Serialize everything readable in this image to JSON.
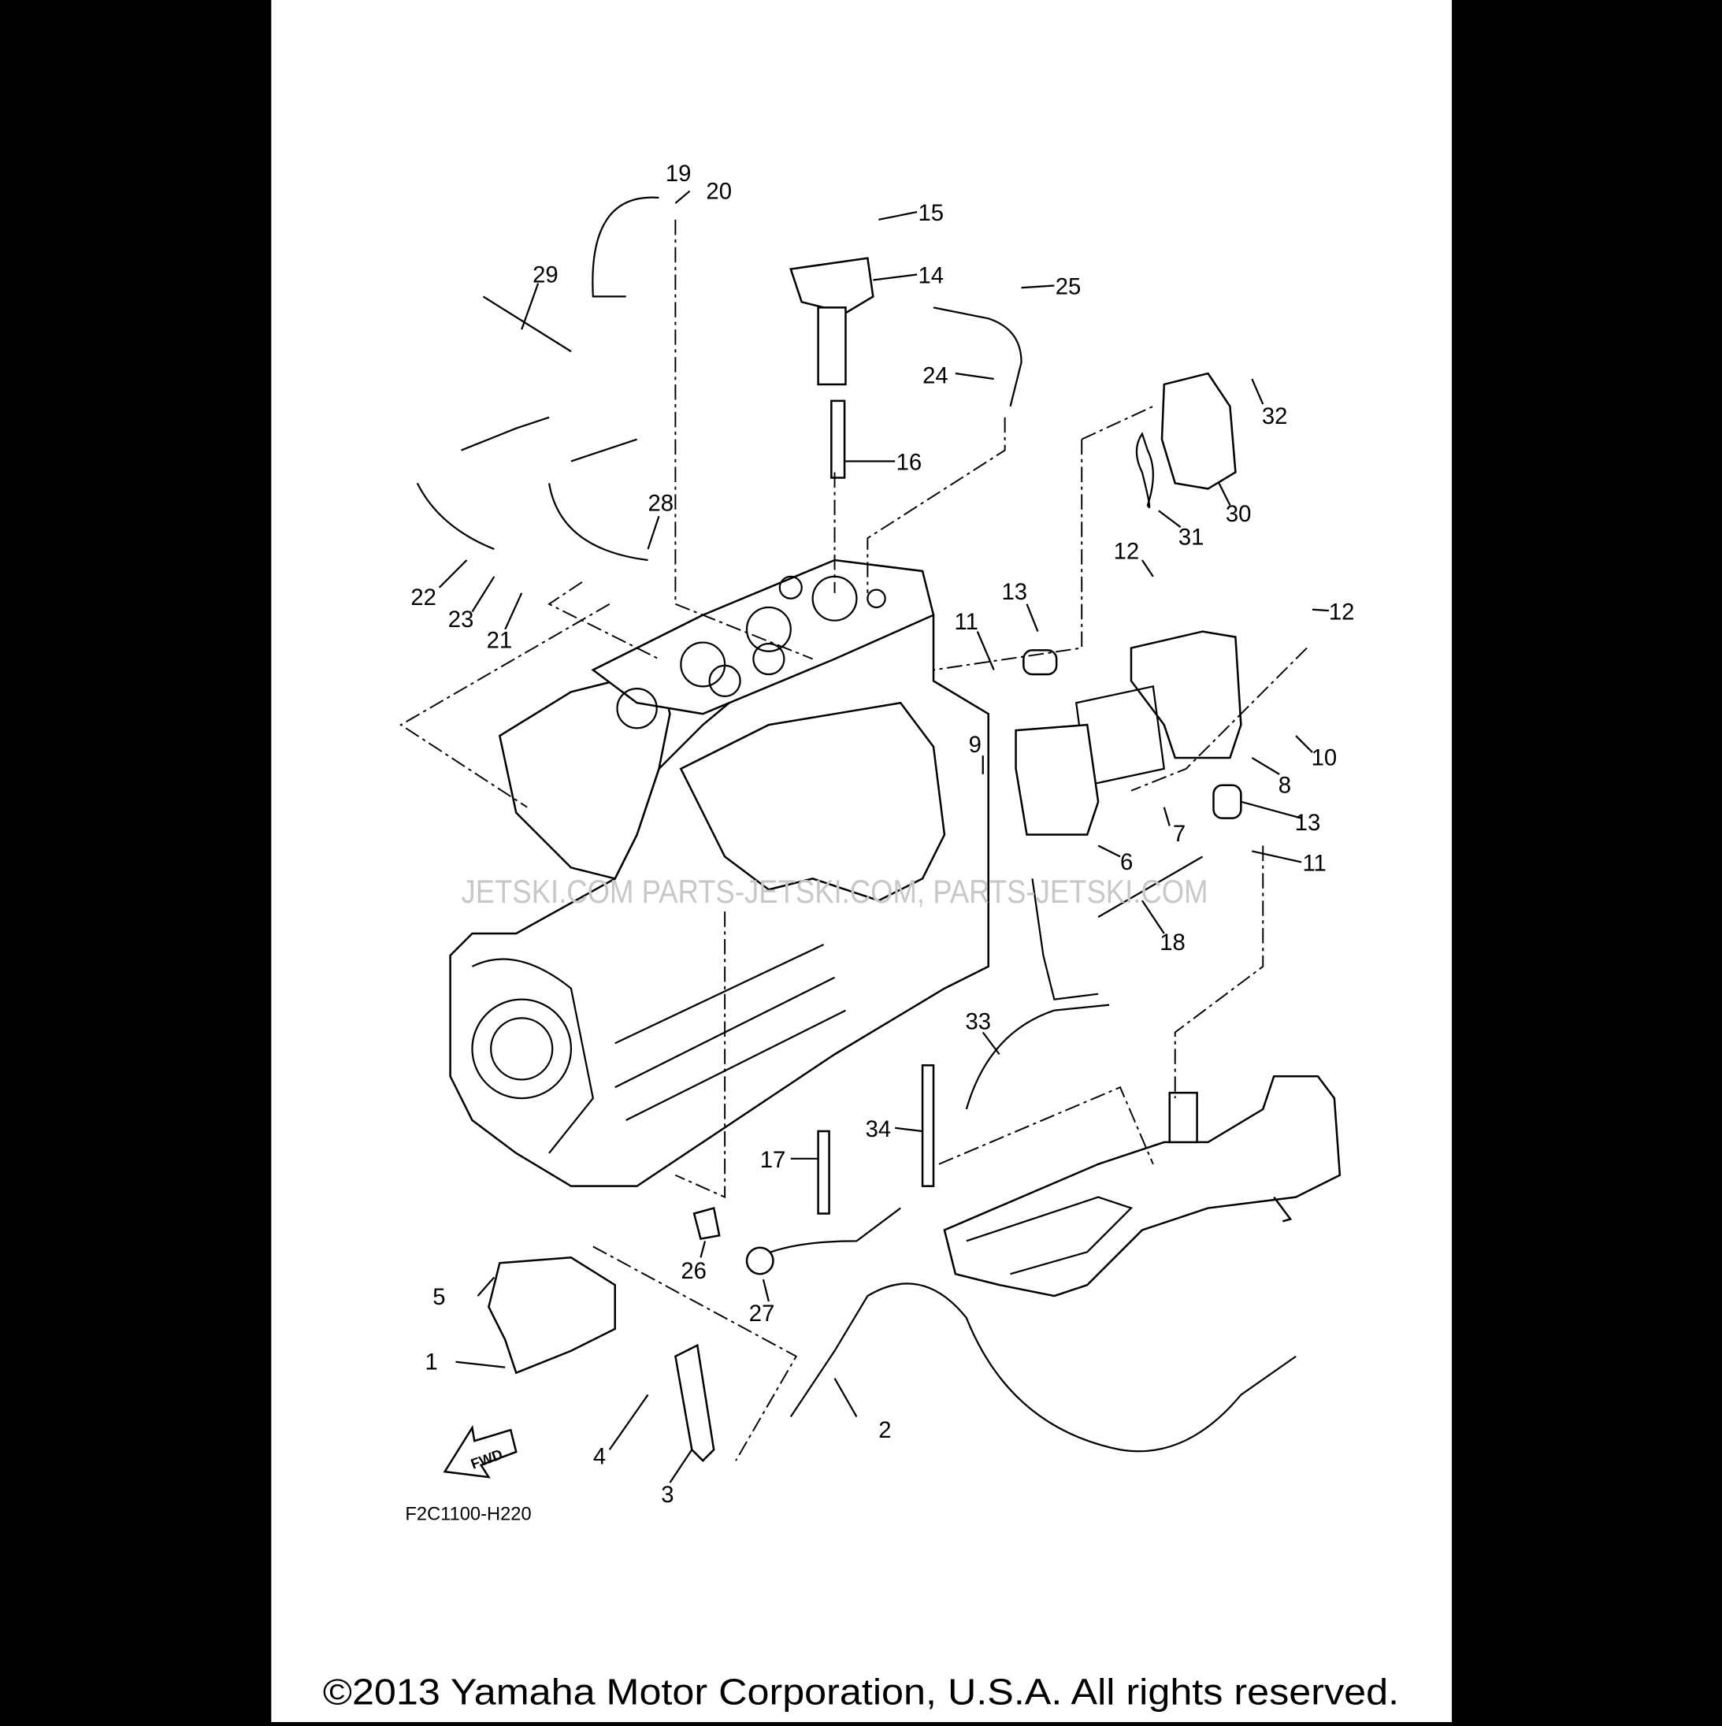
{
  "diagram": {
    "code": "F2C1100-H220",
    "fwd_label": "FWD",
    "watermark": "JETSKI.COM  PARTS-JETSKI.COM, PARTS-JETSKI.COM",
    "copyright": "©2013 Yamaha Motor Corporation, U.S.A. All rights reserved."
  },
  "callouts": {
    "c1": "1",
    "c2": "2",
    "c3": "3",
    "c4": "4",
    "c5": "5",
    "c6": "6",
    "c7": "7",
    "c8": "8",
    "c9": "9",
    "c10": "10",
    "c11a": "11",
    "c11b": "11",
    "c12a": "12",
    "c12b": "12",
    "c13a": "13",
    "c13b": "13",
    "c14": "14",
    "c15": "15",
    "c16": "16",
    "c17": "17",
    "c18": "18",
    "c19": "19",
    "c20": "20",
    "c21": "21",
    "c22": "22",
    "c23": "23",
    "c24": "24",
    "c25": "25",
    "c26": "26",
    "c27": "27",
    "c28": "28",
    "c29": "29",
    "c30": "30",
    "c31": "31",
    "c32": "32",
    "c33": "33",
    "c34": "34"
  }
}
